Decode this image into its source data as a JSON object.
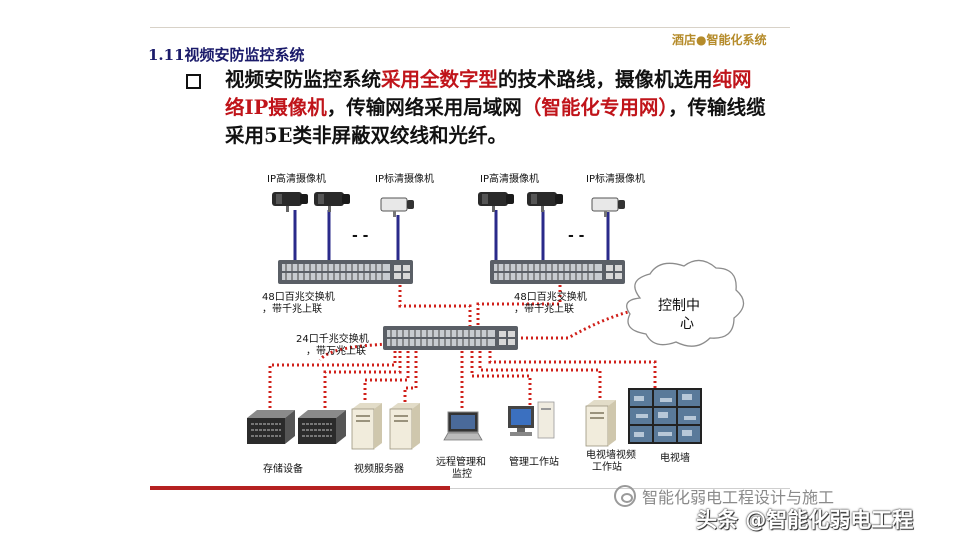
{
  "header": {
    "brand": "酒店●智能化系统",
    "section_title": "1.11视频安防监控系统"
  },
  "body": {
    "p1": "视频安防监控系统",
    "p2": "采用全数字型",
    "p3": "的技术路线，摄像机选用",
    "p4": "纯网络IP摄像机",
    "p5": "，传输网络采用局域网",
    "p6": "（智能化专用网）",
    "p7": "，传输线缆采用",
    "p8": "5E类非屏蔽双绞线和光纤。"
  },
  "diagram": {
    "cam_hd_left": "IP高清摄像机",
    "cam_std_left": "IP标清摄像机",
    "cam_hd_right": "IP高清摄像机",
    "cam_std_right": "IP标清摄像机",
    "dots_left": "- -",
    "dots_right": "- -",
    "switch48_left_l1": "48口百兆交换机",
    "switch48_left_l2": "，带千兆上联",
    "switch48_right_l1": "48口百兆交换机",
    "switch48_right_l2": "，带千兆上联",
    "switch24_l1": "24口千兆交换机",
    "switch24_l2": "，带万兆上联",
    "control_center_l1": "控制中",
    "control_center_l2": "心",
    "storage": "存储设备",
    "video_server": "视频服务器",
    "remote_l1": "远程管理和",
    "remote_l2": "监控",
    "mgmt_ws": "管理工作站",
    "tvwall_ws_l1": "电视墙视频",
    "tvwall_ws_l2": "工作站",
    "tvwall": "电视墙"
  },
  "watermark": {
    "line1": "智能化弱电工程设计与施工",
    "line2": "头条 @智能化弱电工程"
  },
  "colors": {
    "accent_red": "#c0141a",
    "title_blue": "#1a1a6a",
    "cable_blue": "#2a2a8a",
    "link_red": "#d0201a",
    "bottom_bar": "#b52121"
  }
}
